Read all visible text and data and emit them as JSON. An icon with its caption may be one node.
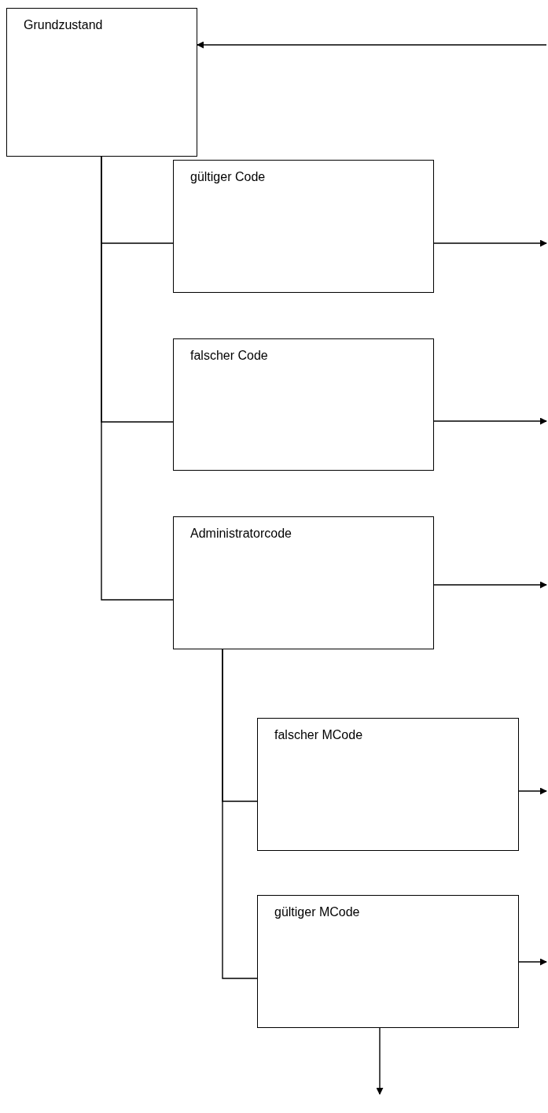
{
  "diagram": {
    "nodes": [
      {
        "text": [
          "Grundzustand"
        ]
      },
      {
        "text": [
          "gültiger Code"
        ]
      },
      {
        "text": [
          "falscher Code"
        ]
      },
      {
        "text": [
          "Administratorcode"
        ]
      },
      {
        "text": [
          "falscher MCode"
        ]
      },
      {
        "text": [
          "gültiger MCode"
        ]
      }
    ],
    "edges": [
      {
        "from": null,
        "to": 0,
        "arrow": "to"
      },
      {
        "from": 0,
        "to": 1,
        "arrow": "none"
      },
      {
        "from": 0,
        "to": 2,
        "arrow": "none"
      },
      {
        "from": 0,
        "to": 3,
        "arrow": "none"
      },
      {
        "from": 1,
        "to": null,
        "arrow": "to"
      },
      {
        "from": 2,
        "to": null,
        "arrow": "to"
      },
      {
        "from": 3,
        "to": null,
        "arrow": "to"
      },
      {
        "from": 3,
        "to": 4,
        "arrow": "none"
      },
      {
        "from": 3,
        "to": 5,
        "arrow": "none"
      },
      {
        "from": 4,
        "to": null,
        "arrow": "to"
      },
      {
        "from": 5,
        "to": null,
        "arrow": "to"
      },
      {
        "from": 5,
        "to": null,
        "arrow": "to"
      }
    ]
  }
}
